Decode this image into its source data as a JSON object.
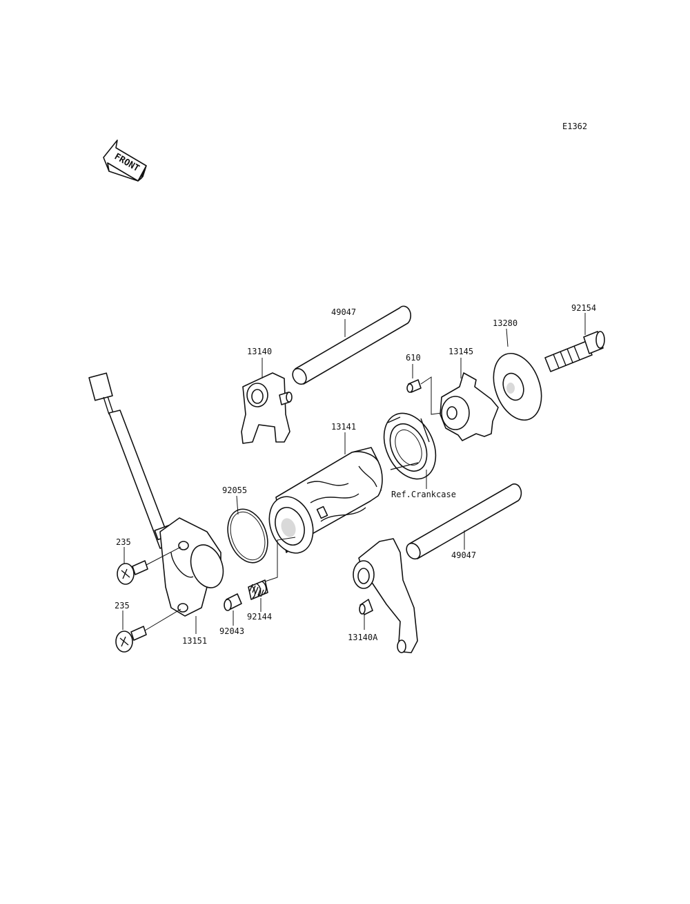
{
  "diagram_code": "E1362",
  "front_label": "FRONT",
  "reference_label": "Ref.Crankcase",
  "parts": [
    {
      "id": "shift_rod_upper",
      "number": "49047"
    },
    {
      "id": "shift_rod_lower",
      "number": "49047"
    },
    {
      "id": "fork_upper",
      "number": "13140"
    },
    {
      "id": "fork_lower",
      "number": "13140A"
    },
    {
      "id": "shift_drum",
      "number": "13141"
    },
    {
      "id": "pin",
      "number": "610"
    },
    {
      "id": "drum_cam",
      "number": "13145"
    },
    {
      "id": "plate",
      "number": "13280"
    },
    {
      "id": "bolt_long",
      "number": "92154"
    },
    {
      "id": "o_ring",
      "number": "92055"
    },
    {
      "id": "screw_upper",
      "number": "235"
    },
    {
      "id": "screw_lower",
      "number": "235"
    },
    {
      "id": "switch_holder",
      "number": "13151"
    },
    {
      "id": "pin_small",
      "number": "92043"
    },
    {
      "id": "spring",
      "number": "92144"
    }
  ]
}
